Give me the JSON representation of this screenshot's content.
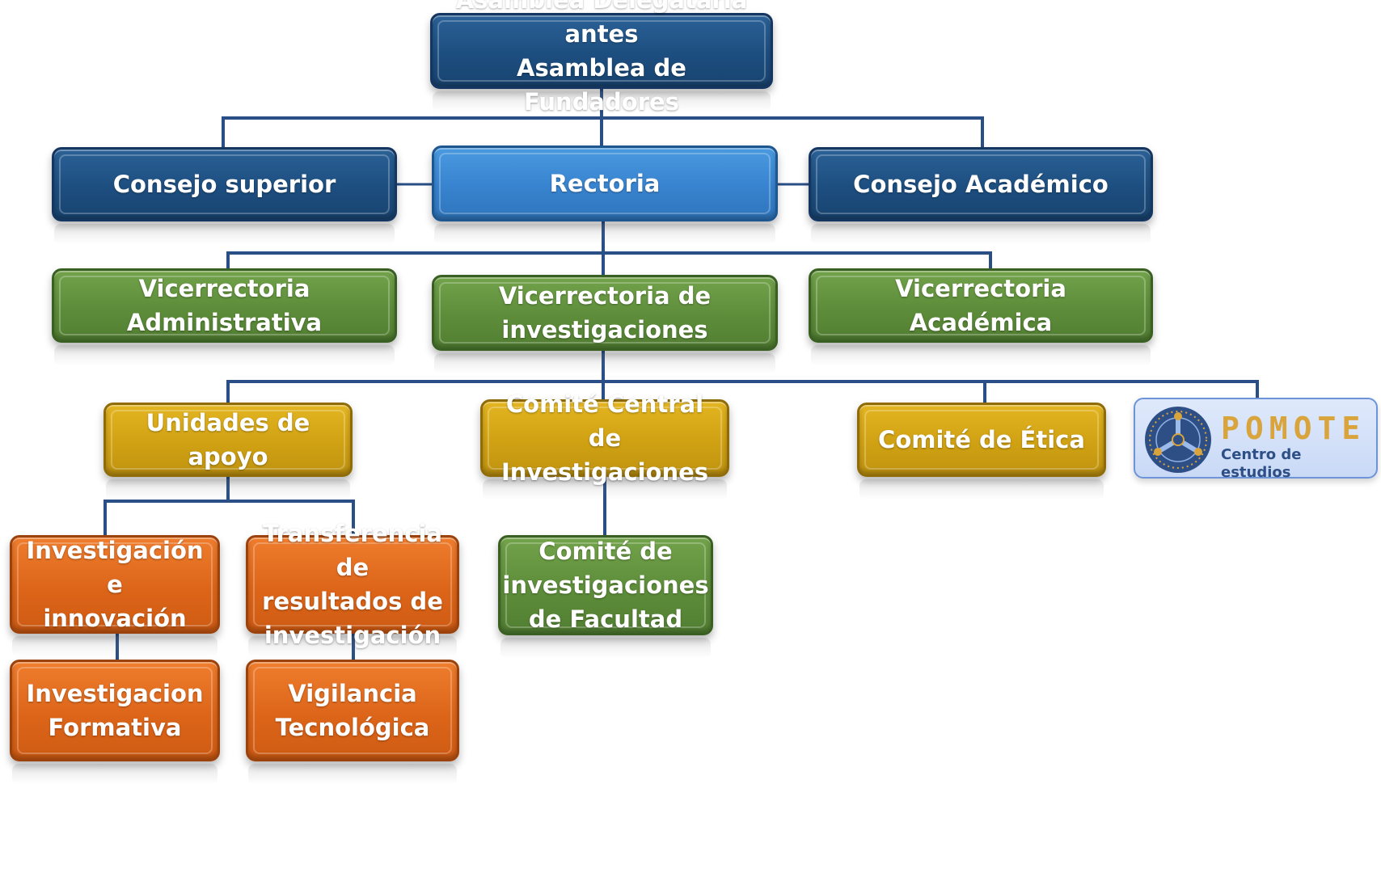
{
  "nodes": {
    "asamblea": {
      "line1": "Asamblea Delegataria antes",
      "line2": "Asamblea de Fundadores"
    },
    "consejo_superior": {
      "line1": "Consejo superior"
    },
    "rectoria": {
      "line1": "Rectoria"
    },
    "consejo_academico": {
      "line1": "Consejo Académico"
    },
    "vic_administrativa": {
      "line1": "Vicerrectoria",
      "line2": "Administrativa"
    },
    "vic_investigaciones": {
      "line1": "Vicerrectoria de",
      "line2": "investigaciones"
    },
    "vic_academica": {
      "line1": "Vicerrectoria",
      "line2": "Académica"
    },
    "unidades_apoyo": {
      "line1": "Unidades de apoyo"
    },
    "comite_central": {
      "line1": "Comité Central de",
      "line2": "Investigaciones"
    },
    "comite_etica": {
      "line1": "Comité de Ética"
    },
    "investigacion_innovacion": {
      "line1": "Investigación e",
      "line2": "innovación"
    },
    "transferencia": {
      "line1": "Transferencia de",
      "line2": "resultados de",
      "line3": "investigación"
    },
    "comite_facultad": {
      "line1": "Comité de",
      "line2": "investigaciones",
      "line3": "de Facultad"
    },
    "investigacion_formativa": {
      "line1": "Investigacion",
      "line2": "Formativa"
    },
    "vigilancia": {
      "line1": "Vigilancia",
      "line2": "Tecnológica"
    }
  },
  "logo": {
    "name": "POMOTE",
    "subtitle": "Centro de estudios"
  },
  "colors": {
    "navy": "#1d4e80",
    "sky": "#3883cf",
    "green": "#5d8d3a",
    "gold": "#d0a113",
    "orange": "#dc6519",
    "connector": "#2a4f86"
  }
}
